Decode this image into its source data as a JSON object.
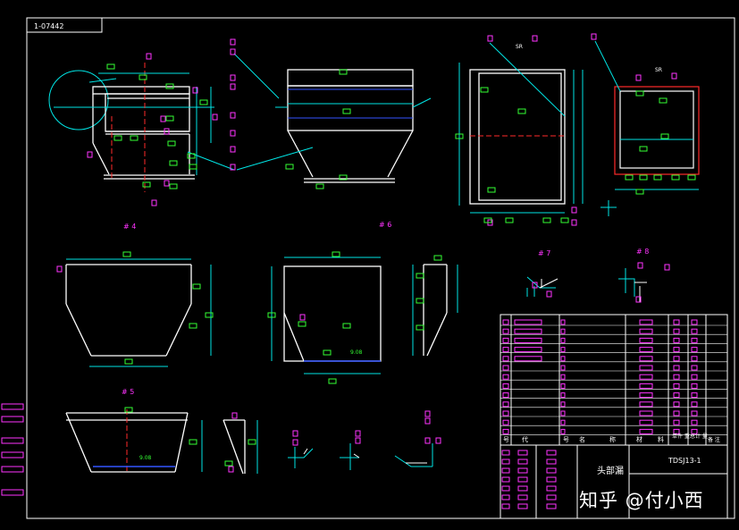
{
  "drawing": {
    "corner_code": "1-07442",
    "views": {
      "v4": "# 4",
      "v6": "# 6",
      "v5": "# 5",
      "v7": "# 7",
      "v8": "# 8"
    },
    "annotations": {
      "sr1": "SR",
      "sr2": "SR",
      "weld1": "9.08",
      "weld2": "9.08"
    },
    "colors": {
      "line": "#ffffff",
      "dim": "#00e5e5",
      "center": "#ff2a2a",
      "tag": "#ff33ff",
      "note": "#33ff33",
      "hidden": "#3355ff"
    }
  },
  "title_block": {
    "column_headers": [
      "号",
      "代",
      "号",
      "名",
      "称",
      "材",
      "料",
      "单件 重",
      "总计 量",
      "备 注"
    ],
    "drawing_name": "头部漏",
    "drawing_no": "TDSJ13-1"
  },
  "watermark": "知乎 @付小西"
}
